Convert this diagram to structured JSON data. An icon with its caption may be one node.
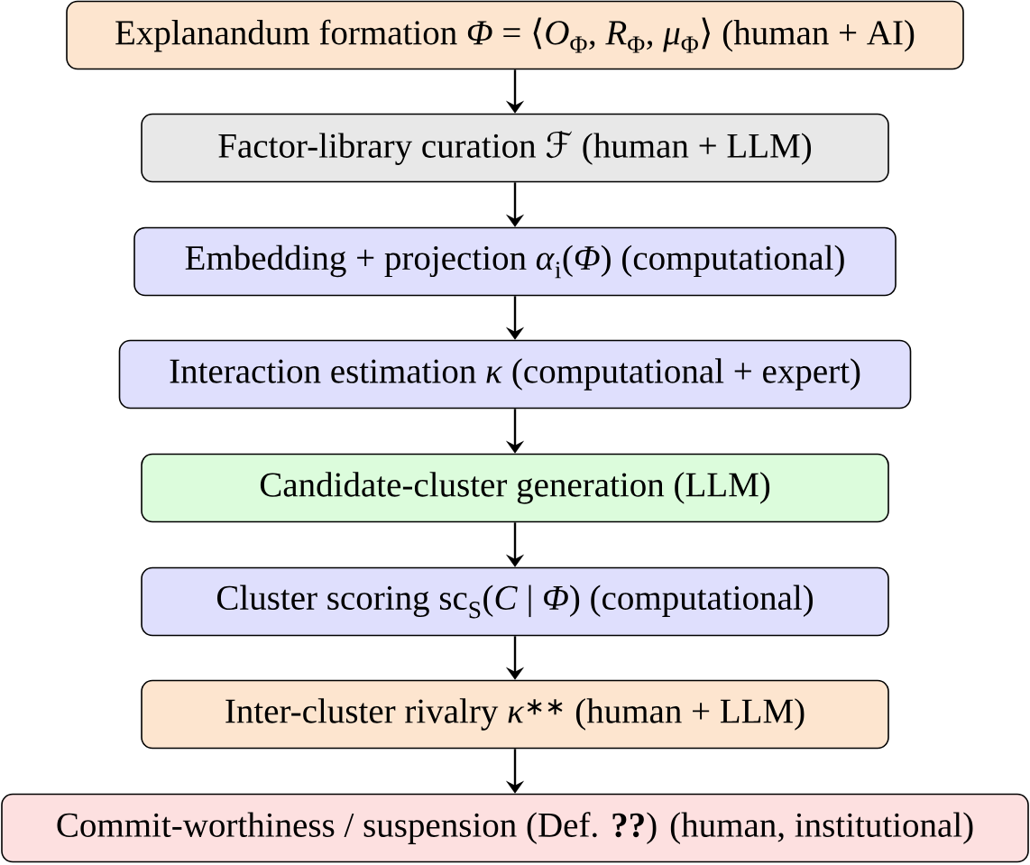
{
  "diagram": {
    "nodes": [
      {
        "text": [
          "Explanandum formation *Φ* = ⟨*O*$_{Φ}$, *R*$_{Φ}$, *μ*$_{Φ}$⟩ (human + AI)"
        ]
      },
      {
        "text": [
          "Factor-library curation ℱ (human + LLM)"
        ]
      },
      {
        "text": [
          "Embedding + projection *α*$_{i}$(*Φ*) (computational)"
        ]
      },
      {
        "text": [
          "Interaction estimation *κ* (computational + expert)"
        ]
      },
      {
        "text": [
          "Candidate-cluster generation (LLM)"
        ]
      },
      {
        "text": [
          "Cluster scoring sc$_{S}$(*C* | *Φ*) (computational)"
        ]
      },
      {
        "text": [
          "Inter-cluster rivalry *κ*$^{∗∗}$ (human + LLM)"
        ]
      },
      {
        "text": [
          "Commit-worthiness / suspension (Def. **??**) (human, institutional)"
        ]
      }
    ],
    "edges": [
      {
        "from": 0,
        "to": 1,
        "arrow": "to"
      },
      {
        "from": 1,
        "to": 2,
        "arrow": "to"
      },
      {
        "from": 2,
        "to": 3,
        "arrow": "to"
      },
      {
        "from": 3,
        "to": 4,
        "arrow": "to"
      },
      {
        "from": 4,
        "to": 5,
        "arrow": "to"
      },
      {
        "from": 5,
        "to": 6,
        "arrow": "to"
      },
      {
        "from": 6,
        "to": 7,
        "arrow": "to"
      }
    ]
  }
}
